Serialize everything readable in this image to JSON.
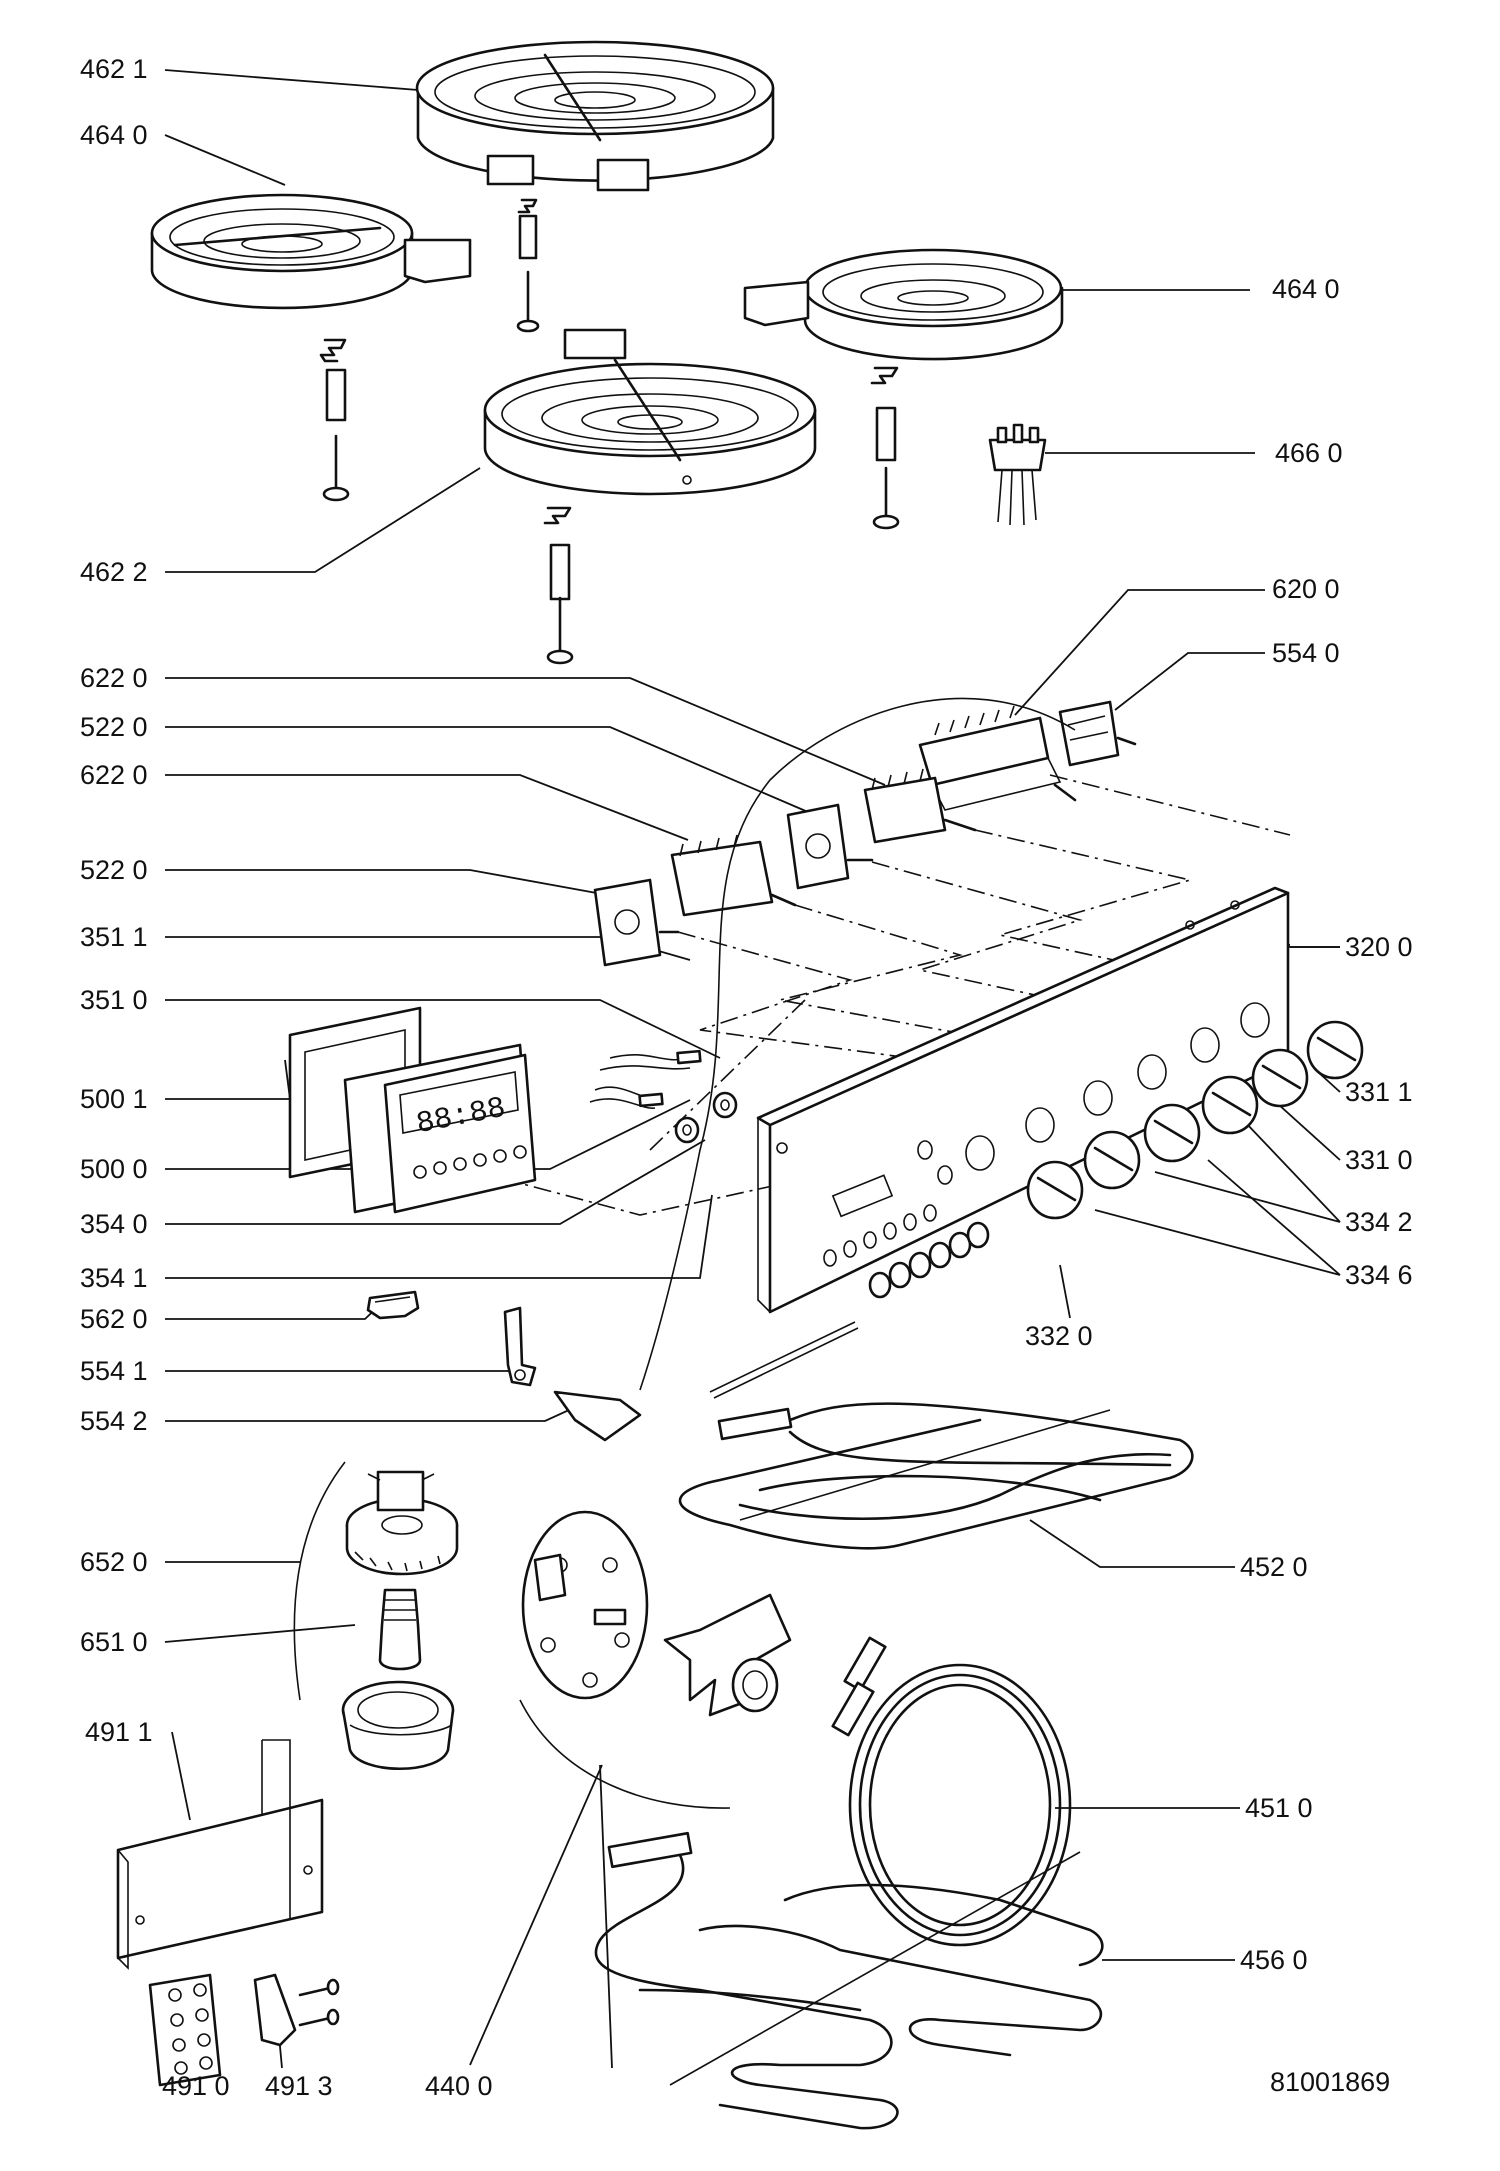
{
  "labels": {
    "l_4621": "462 1",
    "l_4640a": "464 0",
    "l_4640b": "464 0",
    "l_4660": "466 0",
    "l_4622": "462 2",
    "l_6200": "620 0",
    "l_5540": "554 0",
    "l_6220a": "622 0",
    "l_5220a": "522 0",
    "l_6220b": "622 0",
    "l_5220b": "522 0",
    "l_3511": "351 1",
    "l_3510": "351 0",
    "l_5001": "500 1",
    "l_5000": "500 0",
    "l_3540": "354 0",
    "l_3541": "354 1",
    "l_5620": "562 0",
    "l_5541": "554 1",
    "l_5542": "554 2",
    "l_3200": "320 0",
    "l_3311": "331 1",
    "l_3310": "331 0",
    "l_3342": "334 2",
    "l_3346": "334 6",
    "l_3320": "332 0",
    "l_4520": "452 0",
    "l_6520": "652 0",
    "l_6510": "651 0",
    "l_4911": "491 1",
    "l_4510": "451 0",
    "l_4560": "456 0",
    "l_4910": "491 0",
    "l_4913": "491 3",
    "l_4400": "440 0",
    "drawing_no": "81001869"
  },
  "display": {
    "digits": "88:88"
  }
}
